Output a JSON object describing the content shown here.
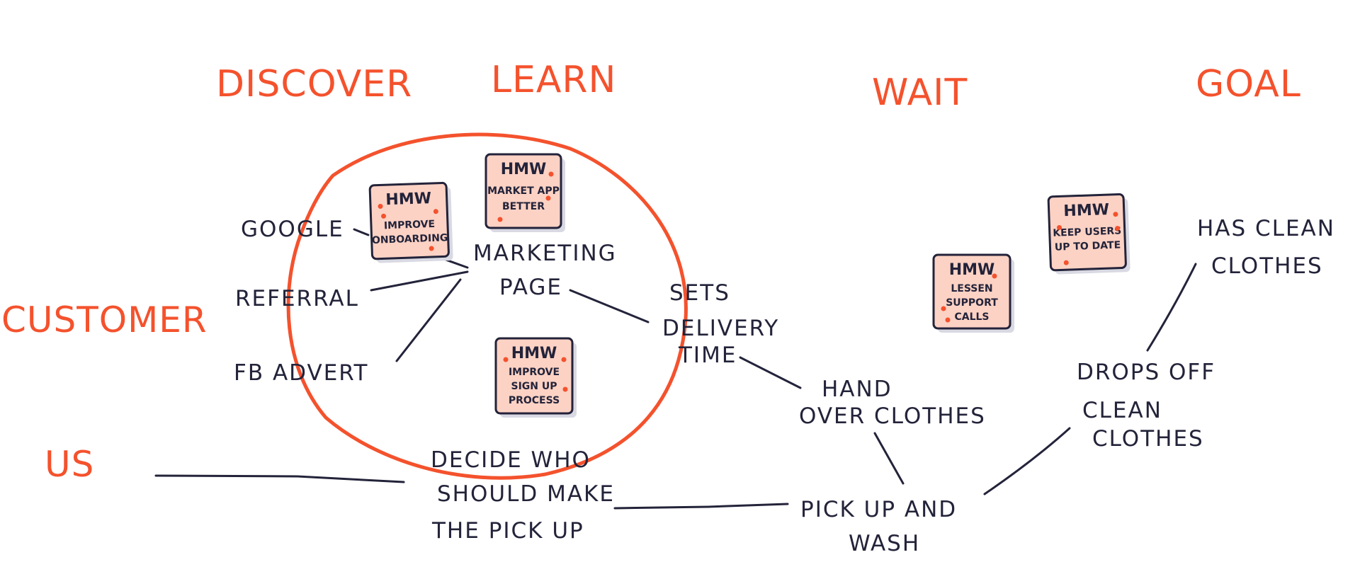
{
  "stages": {
    "discover": "DISCOVER",
    "learn": "LEARN",
    "wait": "WAIT",
    "goal": "GOAL"
  },
  "lanes": {
    "customer": "CUSTOMER",
    "us": "US"
  },
  "customer_nodes": {
    "google": "GOOGLE",
    "referral": "REFERRAL",
    "fb_advert": "FB ADVERT",
    "marketing_page": [
      "MARKETING",
      "PAGE"
    ],
    "sets_delivery_time": [
      "SETS",
      "DELIVERY",
      "TIME"
    ],
    "hand_over_clothes": [
      "HAND",
      "OVER CLOTHES"
    ],
    "drops_off_clean_clothes": [
      "DROPS OFF",
      "CLEAN",
      "CLOTHES"
    ],
    "has_clean_clothes": [
      "HAS CLEAN",
      "CLOTHES"
    ]
  },
  "us_nodes": {
    "decide_who": [
      "DECIDE   WHO",
      "SHOULD MAKE",
      "THE PICK UP"
    ],
    "pick_up_wash": [
      "PICK UP AND",
      "WASH"
    ]
  },
  "hmw_notes": [
    {
      "title": "HMW",
      "lines": [
        "IMPROVE",
        "ONBOARDING"
      ]
    },
    {
      "title": "HMW",
      "lines": [
        "MARKET APP",
        "BETTER"
      ]
    },
    {
      "title": "HMW",
      "lines": [
        "IMPROVE",
        "SIGN UP",
        "PROCESS"
      ]
    },
    {
      "title": "HMW",
      "lines": [
        "LESSEN",
        "SUPPORT",
        "CALLS"
      ]
    },
    {
      "title": "HMW",
      "lines": [
        "KEEP USERS",
        "UP TO DATE"
      ]
    }
  ],
  "colors": {
    "accent": "#f4522d",
    "ink": "#23233a",
    "note_fill": "#fcd2c4",
    "note_dot": "#f4522d"
  }
}
